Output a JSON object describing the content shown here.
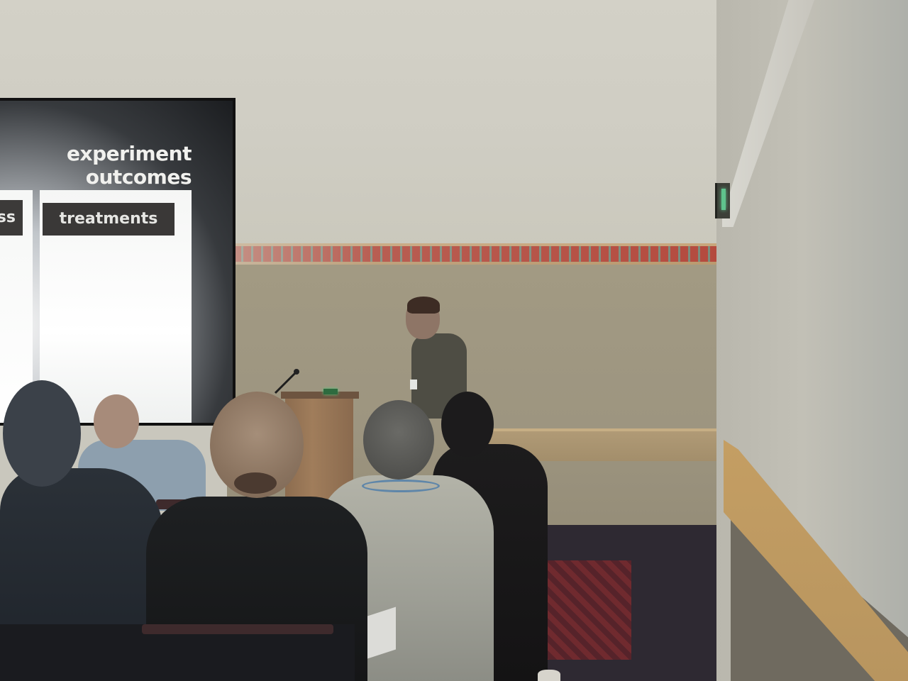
{
  "slide": {
    "title": "experiment outcomes",
    "header_left": "ss",
    "header_right": "treatments"
  },
  "colors": {
    "upper_wall": "#d0cec4",
    "lower_wall": "#9e9680",
    "chair_rail": "#b44a3e",
    "slide_header": "#3a3837",
    "exit_sign": "#5fc38d"
  },
  "icons": {
    "microphone": "microphone-icon",
    "exit_sign": "exit-sign-icon"
  }
}
